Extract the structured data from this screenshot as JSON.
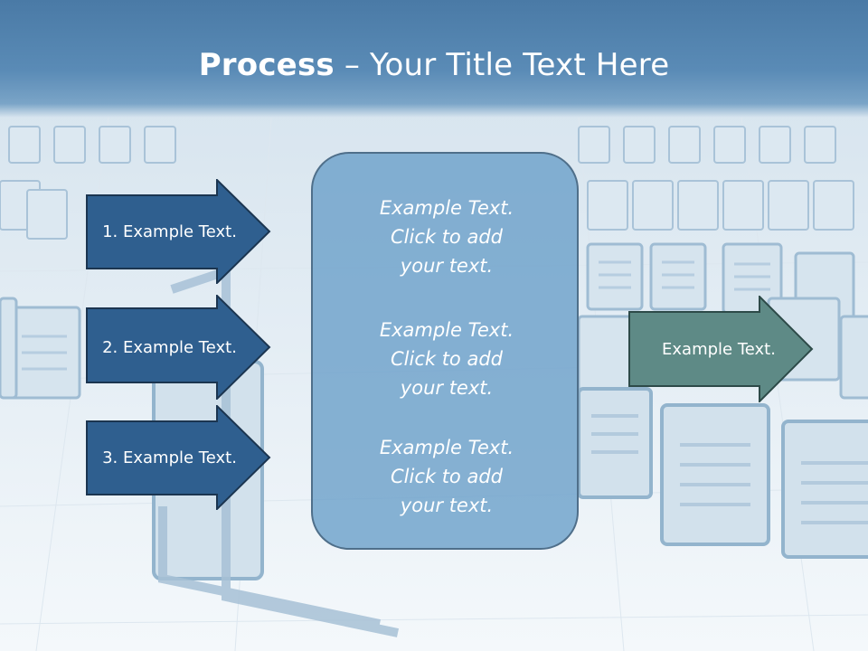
{
  "slide": {
    "title_bold": "Process",
    "title_rest": " – Your Title Text Here"
  },
  "left_arrows": [
    {
      "label": "1. Example Text."
    },
    {
      "label": "2. Example Text."
    },
    {
      "label": "3. Example Text."
    }
  ],
  "center_box": {
    "blocks": [
      {
        "line1": "Example Text.",
        "line2": "Click  to add",
        "line3": "your text."
      },
      {
        "line1": "Example Text.",
        "line2": "Click  to add",
        "line3": "your text."
      },
      {
        "line1": "Example Text.",
        "line2": "Click  to add",
        "line3": "your text."
      }
    ]
  },
  "right_arrow": {
    "label": "Example Text."
  },
  "colors": {
    "title_band": "#5a8bb6",
    "left_arrow_fill": "#2f5f8f",
    "left_arrow_border": "#1b3550",
    "right_arrow_fill": "#5e8a86",
    "right_arrow_border": "#2d4a48",
    "center_box_fill": "#7aaed3"
  },
  "icons": {
    "background": "document-file-icon-grid"
  }
}
